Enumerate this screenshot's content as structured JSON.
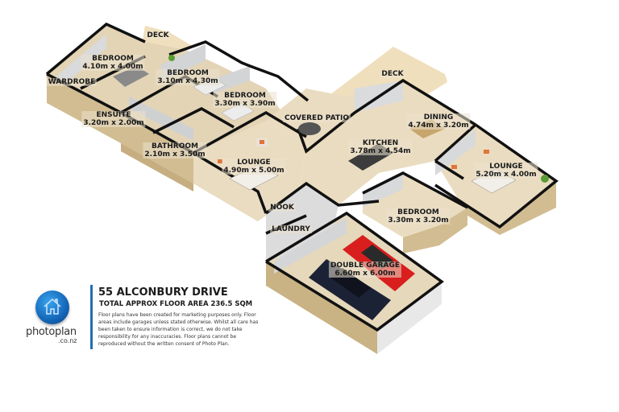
{
  "property": {
    "address": "55 ALCONBURY DRIVE",
    "total_area": "TOTAL APPROX FLOOR AREA 236.5 SQM",
    "disclaimer": "Floor plans have been created for marketing purposes only. Floor areas include garages unless stated otherwise. Whilst all care has been taken to ensure information is correct, we do not take responsibility for any inaccuracies. Floor plans cannot be reproduced without the written consent of Photo Plan."
  },
  "brand": {
    "name": "photoplan",
    "domain": ".co.nz",
    "logo_icon": "house-icon",
    "logo_color": "#1466b8",
    "accent_bar_color": "#1f6fb3"
  },
  "colors": {
    "floor": "#eadcc0",
    "deck": "#f0dfbd",
    "wall_top": "#111111",
    "wall_inner": "#d9dadc",
    "exterior_wall": "#d2bd92",
    "car_red": "#d91e1e",
    "car_dark": "#1c2236"
  },
  "rooms": [
    {
      "name": "DECK",
      "dim": ""
    },
    {
      "name": "BEDROOM",
      "dim": "4.10m x 4.00m"
    },
    {
      "name": "BEDROOM",
      "dim": "3.10m x 4.30m"
    },
    {
      "name": "WARDROBE",
      "dim": ""
    },
    {
      "name": "BEDROOM",
      "dim": "3.30m x 3.90m"
    },
    {
      "name": "ENSUITE",
      "dim": "3.20m x 2.00m"
    },
    {
      "name": "COVERED PATIO",
      "dim": ""
    },
    {
      "name": "DECK",
      "dim": ""
    },
    {
      "name": "DINING",
      "dim": "4.74m x 3.20m"
    },
    {
      "name": "BATHROOM",
      "dim": "2.10m x 3.50m"
    },
    {
      "name": "KITCHEN",
      "dim": "3.78m x 4.54m"
    },
    {
      "name": "LOUNGE",
      "dim": "4.90m x 5.00m"
    },
    {
      "name": "LOUNGE",
      "dim": "5.20m x 4.00m"
    },
    {
      "name": "NOOK",
      "dim": ""
    },
    {
      "name": "BEDROOM",
      "dim": "3.30m x 3.20m"
    },
    {
      "name": "LAUNDRY",
      "dim": ""
    },
    {
      "name": "DOUBLE GARAGE",
      "dim": "6.60m x 6.00m"
    }
  ]
}
